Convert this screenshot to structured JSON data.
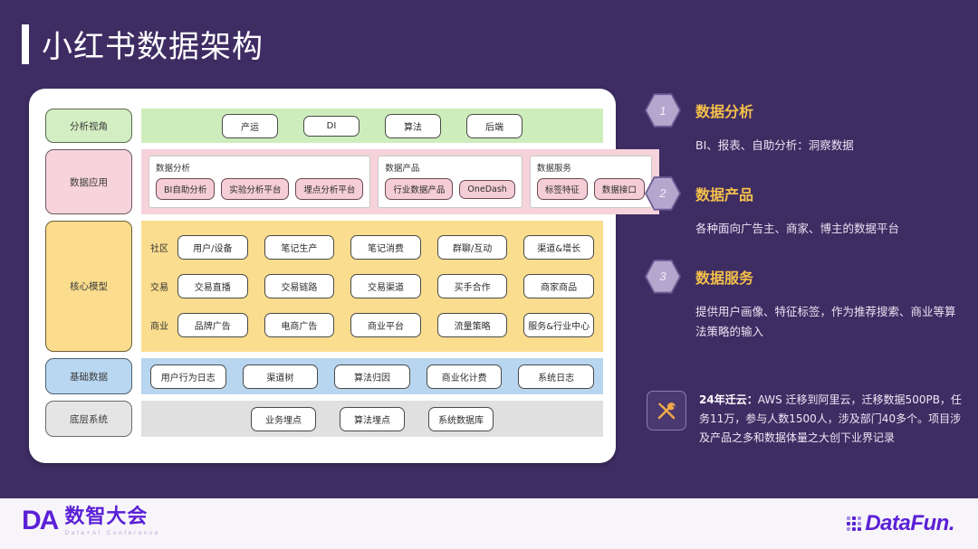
{
  "slide": {
    "title": "小红书数据架构",
    "background_color": "#3e2d63"
  },
  "diagram": {
    "rows": [
      {
        "label": "分析视角",
        "color": "#cdeebc",
        "chips": [
          "产运",
          "DI",
          "算法",
          "后端"
        ]
      },
      {
        "label": "数据应用",
        "color": "#f6d2da",
        "groups": [
          {
            "title": "数据分析",
            "chips": [
              "BI自助分析",
              "实验分析平台",
              "埋点分析平台"
            ]
          },
          {
            "title": "数据产品",
            "chips": [
              "行业数据产品",
              "OneDash"
            ]
          },
          {
            "title": "数据服务",
            "chips": [
              "标签特征",
              "数据接口"
            ]
          }
        ]
      },
      {
        "label": "核心模型",
        "color": "#fadd8f",
        "model_rows": [
          {
            "category": "社区",
            "chips": [
              "用户/设备",
              "笔记生产",
              "笔记消费",
              "群聊/互动",
              "渠道&增长"
            ]
          },
          {
            "category": "交易",
            "chips": [
              "交易直播",
              "交易链路",
              "交易渠道",
              "买手合作",
              "商家商品"
            ]
          },
          {
            "category": "商业",
            "chips": [
              "品牌广告",
              "电商广告",
              "商业平台",
              "流量策略",
              "服务&行业中心"
            ]
          }
        ]
      },
      {
        "label": "基础数据",
        "color": "#b8d6ef",
        "chips": [
          "用户行为日志",
          "渠道树",
          "算法归因",
          "商业化计费",
          "系统日志"
        ]
      },
      {
        "label": "底层系统",
        "color": "#e0e0e0",
        "chips": [
          "业务埋点",
          "算法埋点",
          "系统数据库"
        ]
      }
    ]
  },
  "right_panel": {
    "accent_color": "#f4c04a",
    "items": [
      {
        "number": "1",
        "title": "数据分析",
        "desc": "BI、报表、自助分析：洞察数据"
      },
      {
        "number": "2",
        "title": "数据产品",
        "desc": "各种面向广告主、商家、博主的数据平台"
      },
      {
        "number": "3",
        "title": "数据服务",
        "desc": "提供用户画像、特征标签，作为推荐搜索、商业等算法策略的输入"
      }
    ],
    "callout": {
      "icon": "tools-icon",
      "lead": "24年迁云：",
      "text": "AWS 迁移到阿里云，迁移数据500PB，任务11万，参与人数1500人，涉及部门40多个。项目涉及产品之多和数据体量之大创下业界记录"
    }
  },
  "footer": {
    "left_logo_mark": "DA",
    "left_logo_main": "数智大会",
    "left_logo_sub": "Data+AI Conference",
    "right_logo": "DataFun."
  }
}
